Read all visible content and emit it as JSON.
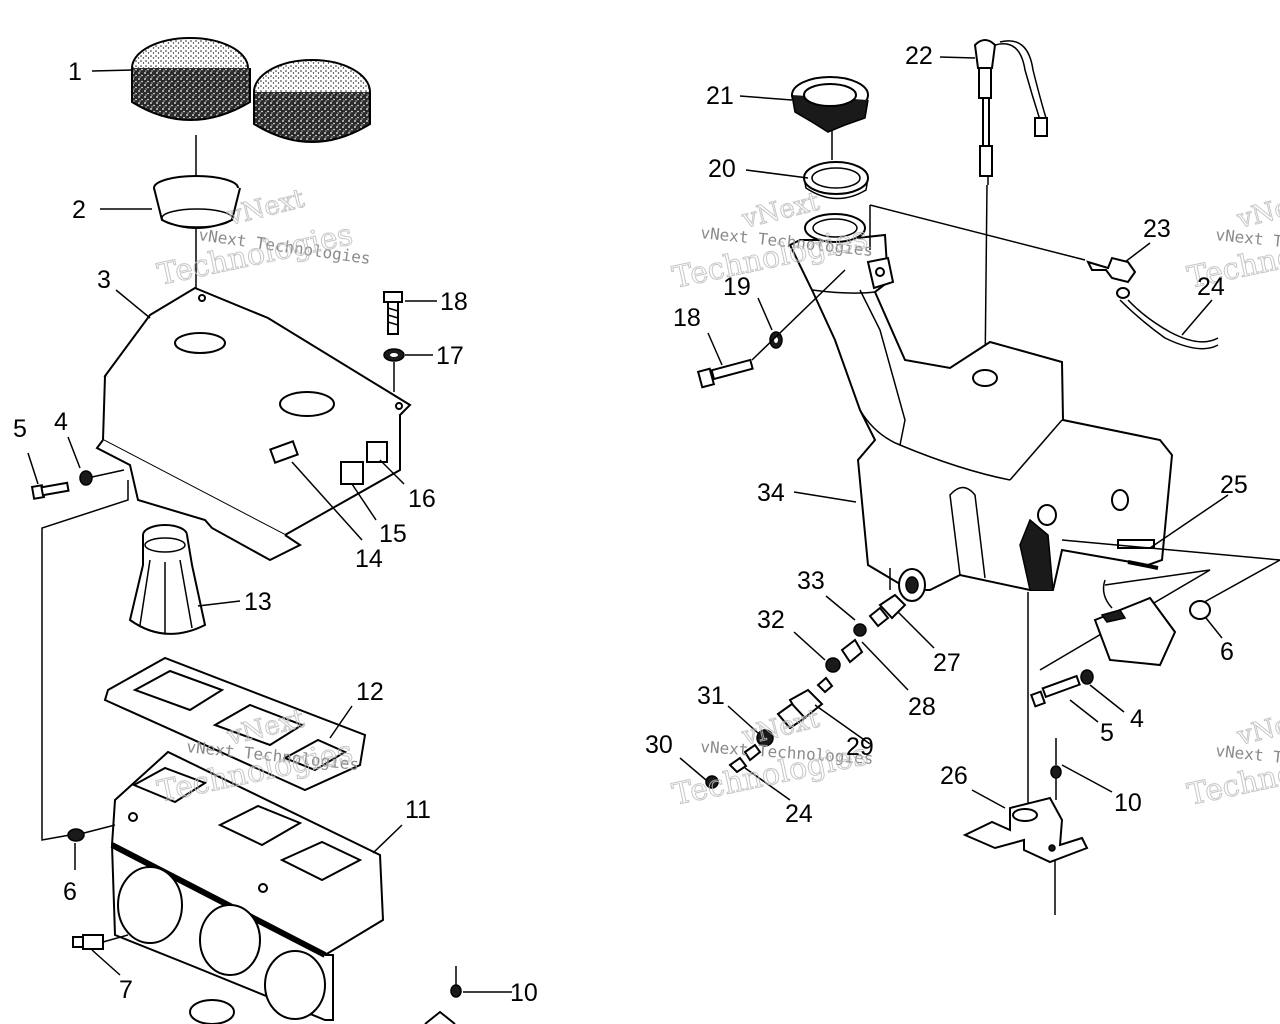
{
  "callouts": {
    "c1": "1",
    "c2": "2",
    "c3": "3",
    "c4a": "4",
    "c5a": "5",
    "c6a": "6",
    "c7": "7",
    "c10a": "10",
    "c11": "11",
    "c12": "12",
    "c13": "13",
    "c14": "14",
    "c15": "15",
    "c16": "16",
    "c17": "17",
    "c18a": "18",
    "c18b": "18",
    "c19": "19",
    "c20": "20",
    "c21": "21",
    "c22": "22",
    "c23": "23",
    "c24a": "24",
    "c24b": "24",
    "c25": "25",
    "c26": "26",
    "c27": "27",
    "c28": "28",
    "c29": "29",
    "c30": "30",
    "c31": "31",
    "c32": "32",
    "c33": "33",
    "c34": "34",
    "c4b": "4",
    "c5b": "5",
    "c6b": "6",
    "c10b": "10"
  },
  "watermark": {
    "brand": "vNext",
    "company": "vNext Technologies",
    "word": "Technologies"
  },
  "colors": {
    "ink": "#000000",
    "background": "#ffffff",
    "watermark": "#bdbdbd"
  }
}
